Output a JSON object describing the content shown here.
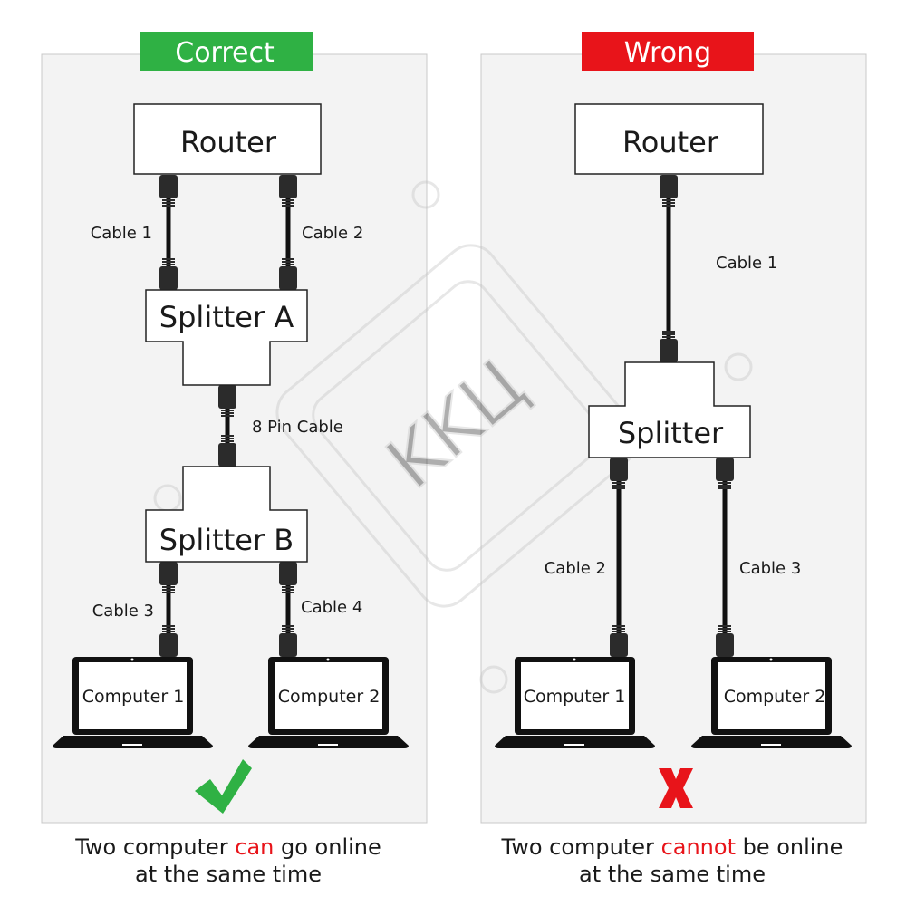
{
  "colors": {
    "correct": "#2fb144",
    "wrong": "#e8141a",
    "panel": "#f3f3f3",
    "cable": "#111111",
    "connector": "#2b2b2b"
  },
  "correct": {
    "banner": "Correct",
    "router": "Router",
    "cable1": "Cable 1",
    "cable2": "Cable 2",
    "splitter_a": "Splitter A",
    "pin_cable": "8 Pin Cable",
    "splitter_b": "Splitter B",
    "cable3": "Cable 3",
    "cable4": "Cable 4",
    "computer1": "Computer 1",
    "computer2": "Computer 2",
    "status_icon": "checkmark-icon",
    "caption_pre": "Two computer ",
    "caption_highlight": "can",
    "caption_post": " go online",
    "caption_line2": "at the same time"
  },
  "wrong": {
    "banner": "Wrong",
    "router": "Router",
    "cable1": "Cable 1",
    "splitter": "Splitter",
    "cable2": "Cable 2",
    "cable3": "Cable 3",
    "computer1": "Computer 1",
    "computer2": "Computer 2",
    "status_icon": "x-mark-icon",
    "caption_pre": "Two computer ",
    "caption_highlight": "cannot",
    "caption_post": " be online",
    "caption_line2": "at the same time"
  },
  "watermark": "KKЦ"
}
